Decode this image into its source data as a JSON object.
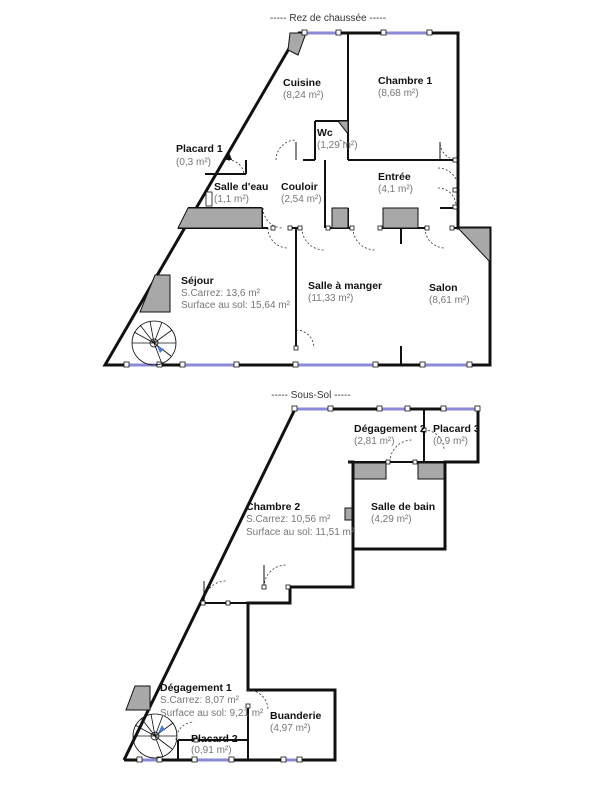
{
  "levels": {
    "ground_title": "----- Rez de chaussée -----",
    "basement_title": "----- Sous-Sol -----"
  },
  "ground_rooms": {
    "cuisine": {
      "name": "Cuisine",
      "area": "(8,24 m²)"
    },
    "chambre1": {
      "name": "Chambre 1",
      "area": "(8,68 m²)"
    },
    "wc": {
      "name": "Wc",
      "area": "(1,29 m²)"
    },
    "placard1": {
      "name": "Placard 1",
      "area": "(0,3 m²)"
    },
    "salle_eau": {
      "name": "Salle d'eau",
      "area": "(1,1 m²)"
    },
    "couloir": {
      "name": "Couloir",
      "area": "(2,54 m²)"
    },
    "entree": {
      "name": "Entrée",
      "area": "(4,1 m²)"
    },
    "sejour": {
      "name": "Séjour",
      "area": "S.Carrez: 13,6 m²",
      "area2": "Surface au sol: 15,64 m²"
    },
    "salle_manger": {
      "name": "Salle à manger",
      "area": "(11,33 m²)"
    },
    "salon": {
      "name": "Salon",
      "area": "(8,61 m²)"
    }
  },
  "basement_rooms": {
    "degagement2": {
      "name": "Dégagement 2",
      "area": "(2,81 m²)"
    },
    "placard3": {
      "name": "Placard 3",
      "area": "(0,9 m²)"
    },
    "salle_bain": {
      "name": "Salle de bain",
      "area": "(4,29 m²)"
    },
    "chambre2": {
      "name": "Chambre 2",
      "area": "S.Carrez: 10,56 m²",
      "area2": "Surface au sol: 11,51 m²"
    },
    "degagement1": {
      "name": "Dégagement 1",
      "area": "S.Carrez: 8,07 m²",
      "area2": "Surface au sol: 9,21 m²"
    },
    "buanderie": {
      "name": "Buanderie",
      "area": "(4,97 m²)"
    },
    "placard2": {
      "name": "Placard 2",
      "area": "(0,91 m²)"
    }
  },
  "colors": {
    "wall": "#111111",
    "window": "#8a8ad8",
    "fixture": "#a8a8a8",
    "area_text": "#777777"
  }
}
